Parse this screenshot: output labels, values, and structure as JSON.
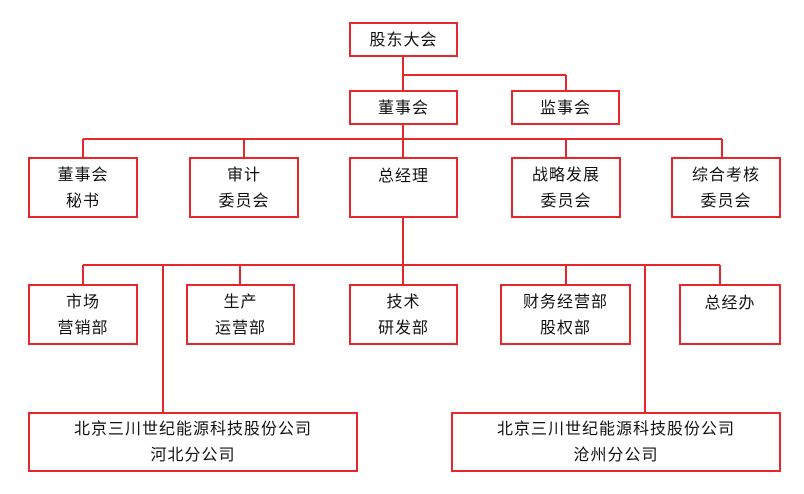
{
  "org_chart": {
    "line_color": "#e8262b",
    "shareholders_meeting": {
      "lines": [
        "股东大会"
      ]
    },
    "board_of_directors": {
      "lines": [
        "董事会"
      ]
    },
    "supervisory_board": {
      "lines": [
        "监事会"
      ]
    },
    "board_secretary": {
      "lines": [
        "董事会",
        "秘书"
      ]
    },
    "audit_committee": {
      "lines": [
        "审计",
        "委员会"
      ]
    },
    "general_manager": {
      "lines": [
        "总经理"
      ]
    },
    "strategy_committee": {
      "lines": [
        "战略发展",
        "委员会"
      ]
    },
    "assessment_committee": {
      "lines": [
        "综合考核",
        "委员会"
      ]
    },
    "marketing_dept": {
      "lines": [
        "市场",
        "营销部"
      ]
    },
    "production_dept": {
      "lines": [
        "生产",
        "运营部"
      ]
    },
    "rnd_dept": {
      "lines": [
        "技术",
        "研发部"
      ]
    },
    "finance_dept": {
      "lines": [
        "财务经营部",
        "股权部"
      ]
    },
    "gm_office": {
      "lines": [
        "总经办"
      ]
    },
    "hebei_branch": {
      "lines": [
        "北京三川世纪能源科技股份公司",
        "河北分公司"
      ]
    },
    "cangzhou_branch": {
      "lines": [
        "北京三川世纪能源科技股份公司",
        "沧州分公司"
      ]
    }
  }
}
